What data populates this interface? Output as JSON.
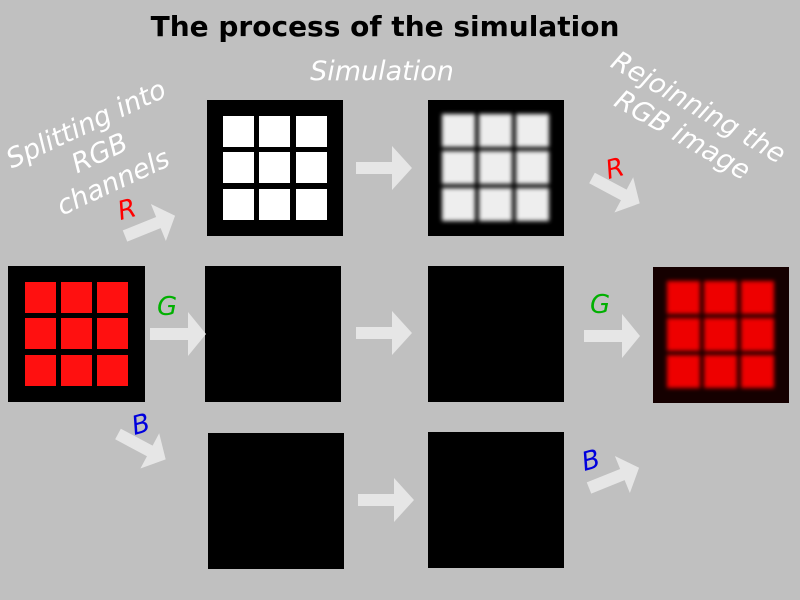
{
  "title": "The process of the simulation",
  "labels": {
    "simulation": "Simulation",
    "split_line1": "Splitting into",
    "split_line2": "RGB",
    "split_line3": "channels",
    "rejoin_line1": "Rejoinning the",
    "rejoin_line2": "RGB image"
  },
  "channels": {
    "r": {
      "name": "R",
      "color": "#ff0000"
    },
    "g": {
      "name": "G",
      "color": "#00b000"
    },
    "b": {
      "name": "B",
      "color": "#0000dd"
    }
  },
  "colors": {
    "background": "#c0c0c0",
    "arrow": "#e6e6e6",
    "text_light": "#ffffff",
    "panel": "#000000"
  },
  "grid": {
    "rows": 3,
    "cols": 3
  }
}
